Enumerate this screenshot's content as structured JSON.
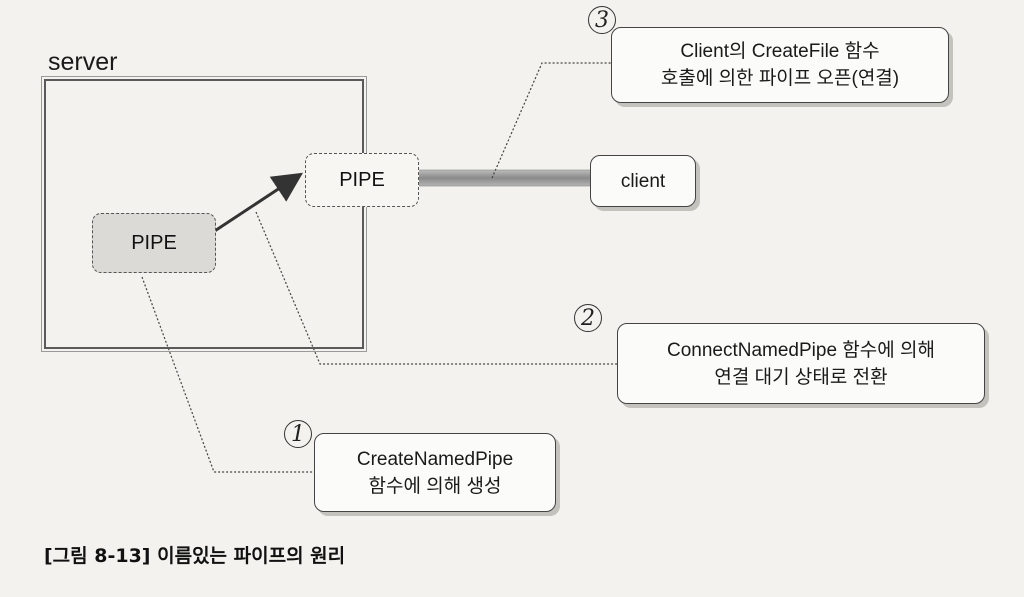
{
  "server_label": "server",
  "pipe_inner_label": "PIPE",
  "pipe_outer_label": "PIPE",
  "client_label": "client",
  "markers": {
    "one": "1",
    "two": "2",
    "three": "3"
  },
  "note3": {
    "line1": "Client의 CreateFile 함수",
    "line2": "호출에 의한 파이프 오픈(연결)"
  },
  "note2": {
    "line1": "ConnectNamedPipe 함수에 의해",
    "line2": "연결 대기 상태로 전환"
  },
  "note1": {
    "line1": "CreateNamedPipe",
    "line2": "함수에 의해 생성"
  },
  "caption": "[그림 8-13] 이름있는 파이프의 원리"
}
